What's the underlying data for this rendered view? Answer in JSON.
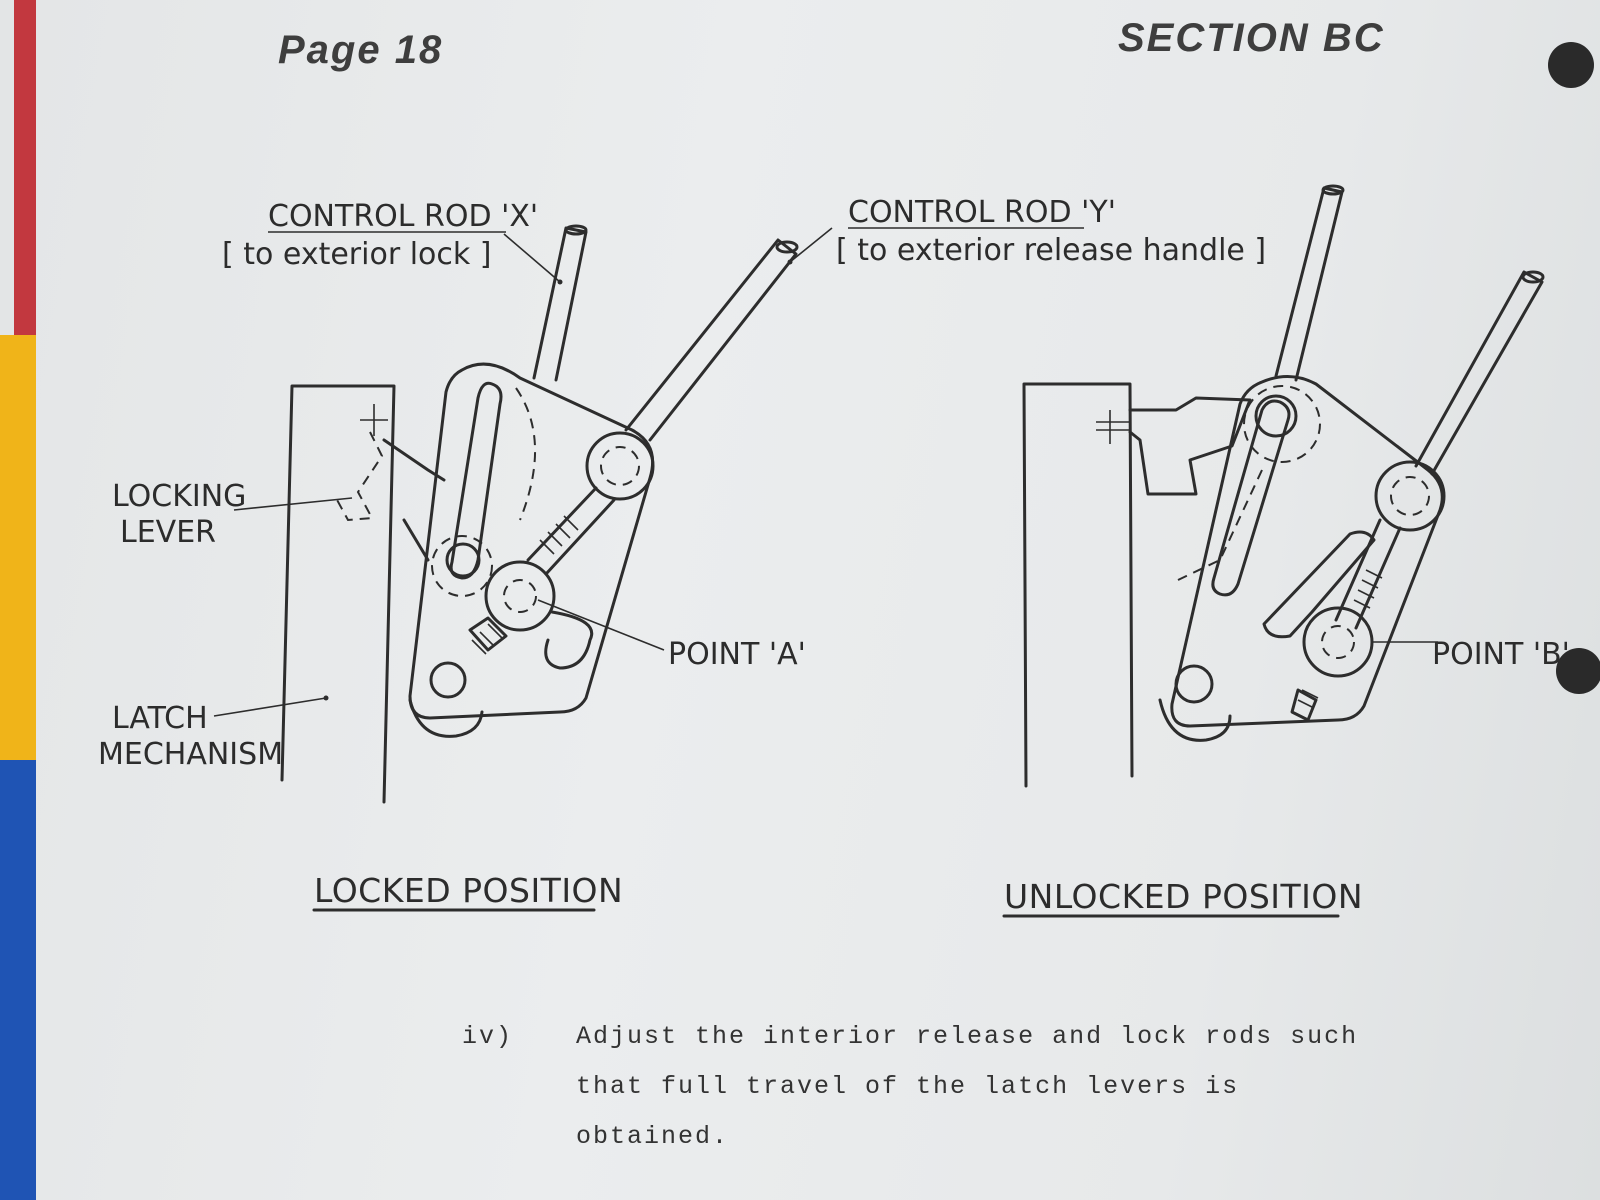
{
  "header": {
    "page": "Page 18",
    "section": "SECTION BC"
  },
  "figure": {
    "labels": {
      "rod_x_title": "CONTROL ROD 'X'",
      "rod_x_sub": "[ to exterior lock ]",
      "rod_y_title": "CONTROL ROD 'Y'",
      "rod_y_sub": "[ to exterior release handle ]",
      "locking_lever_1": "LOCKING",
      "locking_lever_2": "LEVER",
      "latch_mech_1": "LATCH",
      "latch_mech_2": "MECHANISM",
      "point_a": "POINT 'A'",
      "point_b": "POINT 'B'"
    },
    "captions": {
      "locked": "LOCKED  POSITION",
      "unlocked": "UNLOCKED  POSITION"
    }
  },
  "body": {
    "item_number": "iv)",
    "lines": [
      "Adjust the interior release and lock rods such",
      "that full travel of the latch levers is",
      "obtained."
    ]
  },
  "colors": {
    "tab_red": "#c2383f",
    "tab_yellow": "#f0b419",
    "tab_blue": "#1f54b4",
    "paper": "#e8eaeb"
  }
}
